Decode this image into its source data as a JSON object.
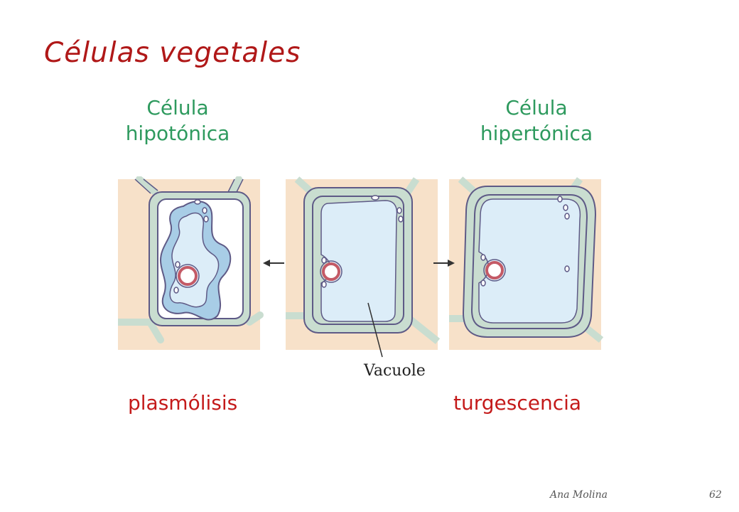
{
  "slide": {
    "title": "Células vegetales",
    "left_heading": {
      "line1": "Célula",
      "line2": "hipotónica"
    },
    "right_heading": {
      "line1": "Célula",
      "line2": "hipertónica"
    },
    "left_caption": "plasmólisis",
    "right_caption": "turgescencia",
    "footer_author": "Ana Molina",
    "footer_page": "62"
  },
  "diagram": {
    "vacuole_label": "Vacuole",
    "colors": {
      "background": "#f7e1c9",
      "wall": "#c9ddd0",
      "membrane": "#5e5a86",
      "vacuole": "#dcedf8",
      "shrunk_cytoplasm": "#a8cde6",
      "nucleus_ring": "#c45a66"
    }
  }
}
